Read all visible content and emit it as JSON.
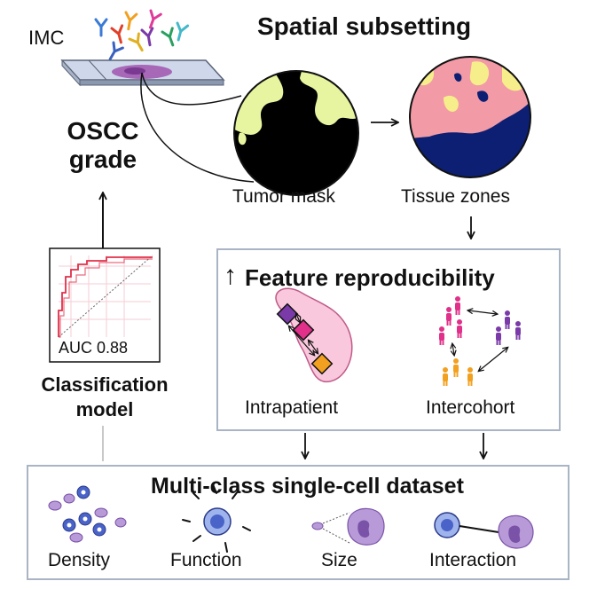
{
  "labels": {
    "imc": "IMC",
    "spatial_subsetting": "Spatial subsetting",
    "tumor_mask": "Tumor mask",
    "tissue_zones": "Tissue zones",
    "oscc_line1": "OSCC",
    "oscc_line2": "grade",
    "auc": "AUC 0.88",
    "classification_line1": "Classification",
    "classification_line2": "model",
    "feature_reproducibility": "Feature reproducibility",
    "up_arrow": "↑",
    "intrapatient": "Intrapatient",
    "intercohort": "Intercohort",
    "dataset_title": "Multi-class single-cell dataset",
    "density": "Density",
    "function": "Function",
    "size": "Size",
    "interaction": "Interaction"
  },
  "colors": {
    "tumor_yellow": "#e8f5a0",
    "zone_pink": "#f29aa6",
    "zone_yellow": "#f6ee8a",
    "zone_navy": "#0c1f73",
    "box_border": "#a9b4c4",
    "roc_red": "#e0304a",
    "cell_blue": "#4a63c9",
    "cell_purple": "#9b6bc4",
    "person_pink": "#e0308a",
    "person_purple": "#7a3aa8",
    "person_orange": "#f2a020"
  },
  "icons": [
    "antibody-icon",
    "slide-icon",
    "roc-curve-icon",
    "diamond-node-icon",
    "person-icon",
    "cell-icon",
    "arrow-icon"
  ]
}
